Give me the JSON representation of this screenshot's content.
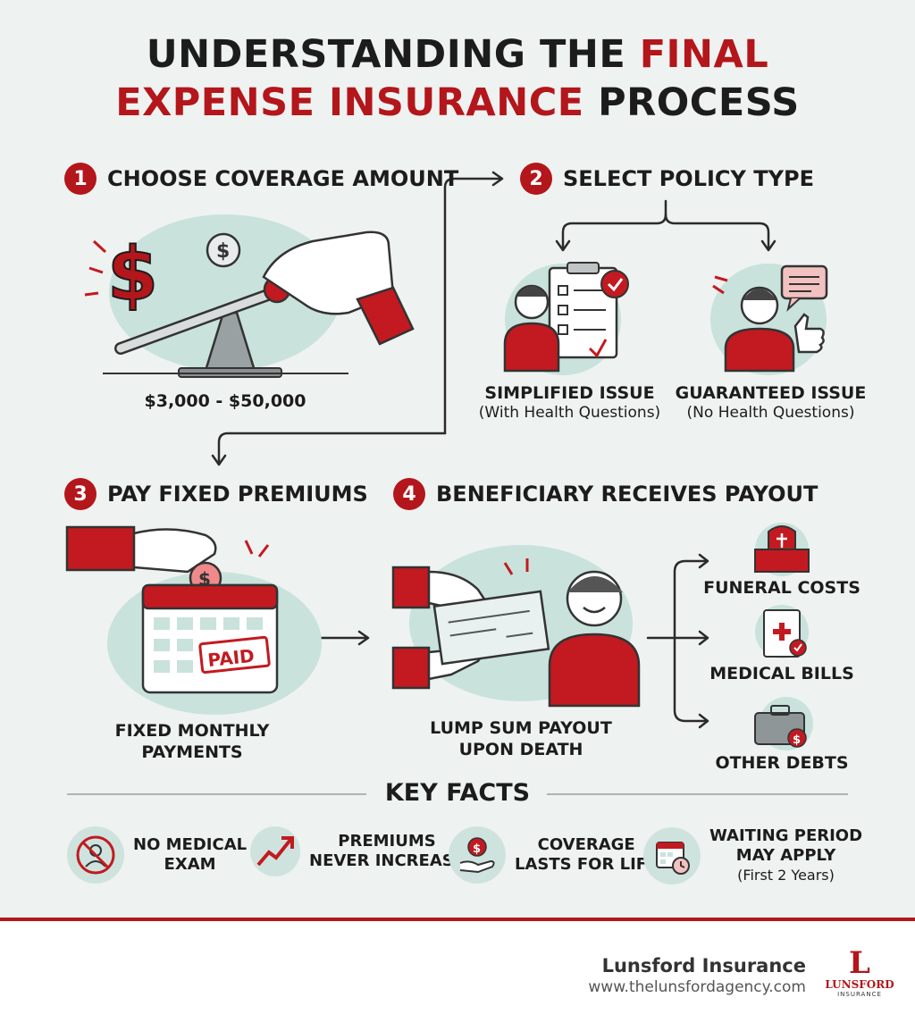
{
  "title": {
    "line1_black": "UNDERSTANDING THE",
    "line1_red": "FINAL",
    "line2_red": "EXPENSE INSURANCE",
    "line2_black": "PROCESS"
  },
  "steps": [
    {
      "num": "1",
      "title": "CHOOSE COVERAGE AMOUNT",
      "caption": "$3,000 - $50,000"
    },
    {
      "num": "2",
      "title": "SELECT POLICY TYPE",
      "options": [
        {
          "label": "SIMPLIFIED ISSUE",
          "sub": "(With Health Questions)"
        },
        {
          "label": "GUARANTEED ISSUE",
          "sub": "(No Health Questions)"
        }
      ]
    },
    {
      "num": "3",
      "title": "PAY FIXED PREMIUMS",
      "caption_line1": "FIXED MONTHLY",
      "caption_line2": "PAYMENTS",
      "stamp": "PAID"
    },
    {
      "num": "4",
      "title": "BENEFICIARY RECEIVES PAYOUT",
      "caption_line1": "LUMP SUM PAYOUT",
      "caption_line2": "UPON DEATH",
      "uses": [
        "FUNERAL COSTS",
        "MEDICAL BILLS",
        "OTHER DEBTS"
      ]
    }
  ],
  "key_facts": {
    "heading": "KEY FACTS",
    "items": [
      {
        "line1": "NO MEDICAL",
        "line2": "EXAM",
        "icon": "no-exam-icon"
      },
      {
        "line1": "PREMIUMS",
        "line2": "NEVER INCREASE",
        "icon": "trend-arrow-icon"
      },
      {
        "line1": "COVERAGE",
        "line2": "LASTS FOR LIFE",
        "icon": "hand-coin-icon"
      },
      {
        "line1": "WAITING PERIOD",
        "line2": "MAY APPLY",
        "line3": "(First 2 Years)",
        "icon": "calendar-clock-icon"
      }
    ]
  },
  "footer": {
    "company": "Lunsford Insurance",
    "url": "www.thelunsfordagency.com",
    "logo_text": "LUNSFORD",
    "logo_sub": "INSURANCE",
    "logo_mark": "L"
  },
  "colors": {
    "accent": "#b3161b",
    "mint": "#c9e2dc",
    "background": "#eef2f1"
  }
}
